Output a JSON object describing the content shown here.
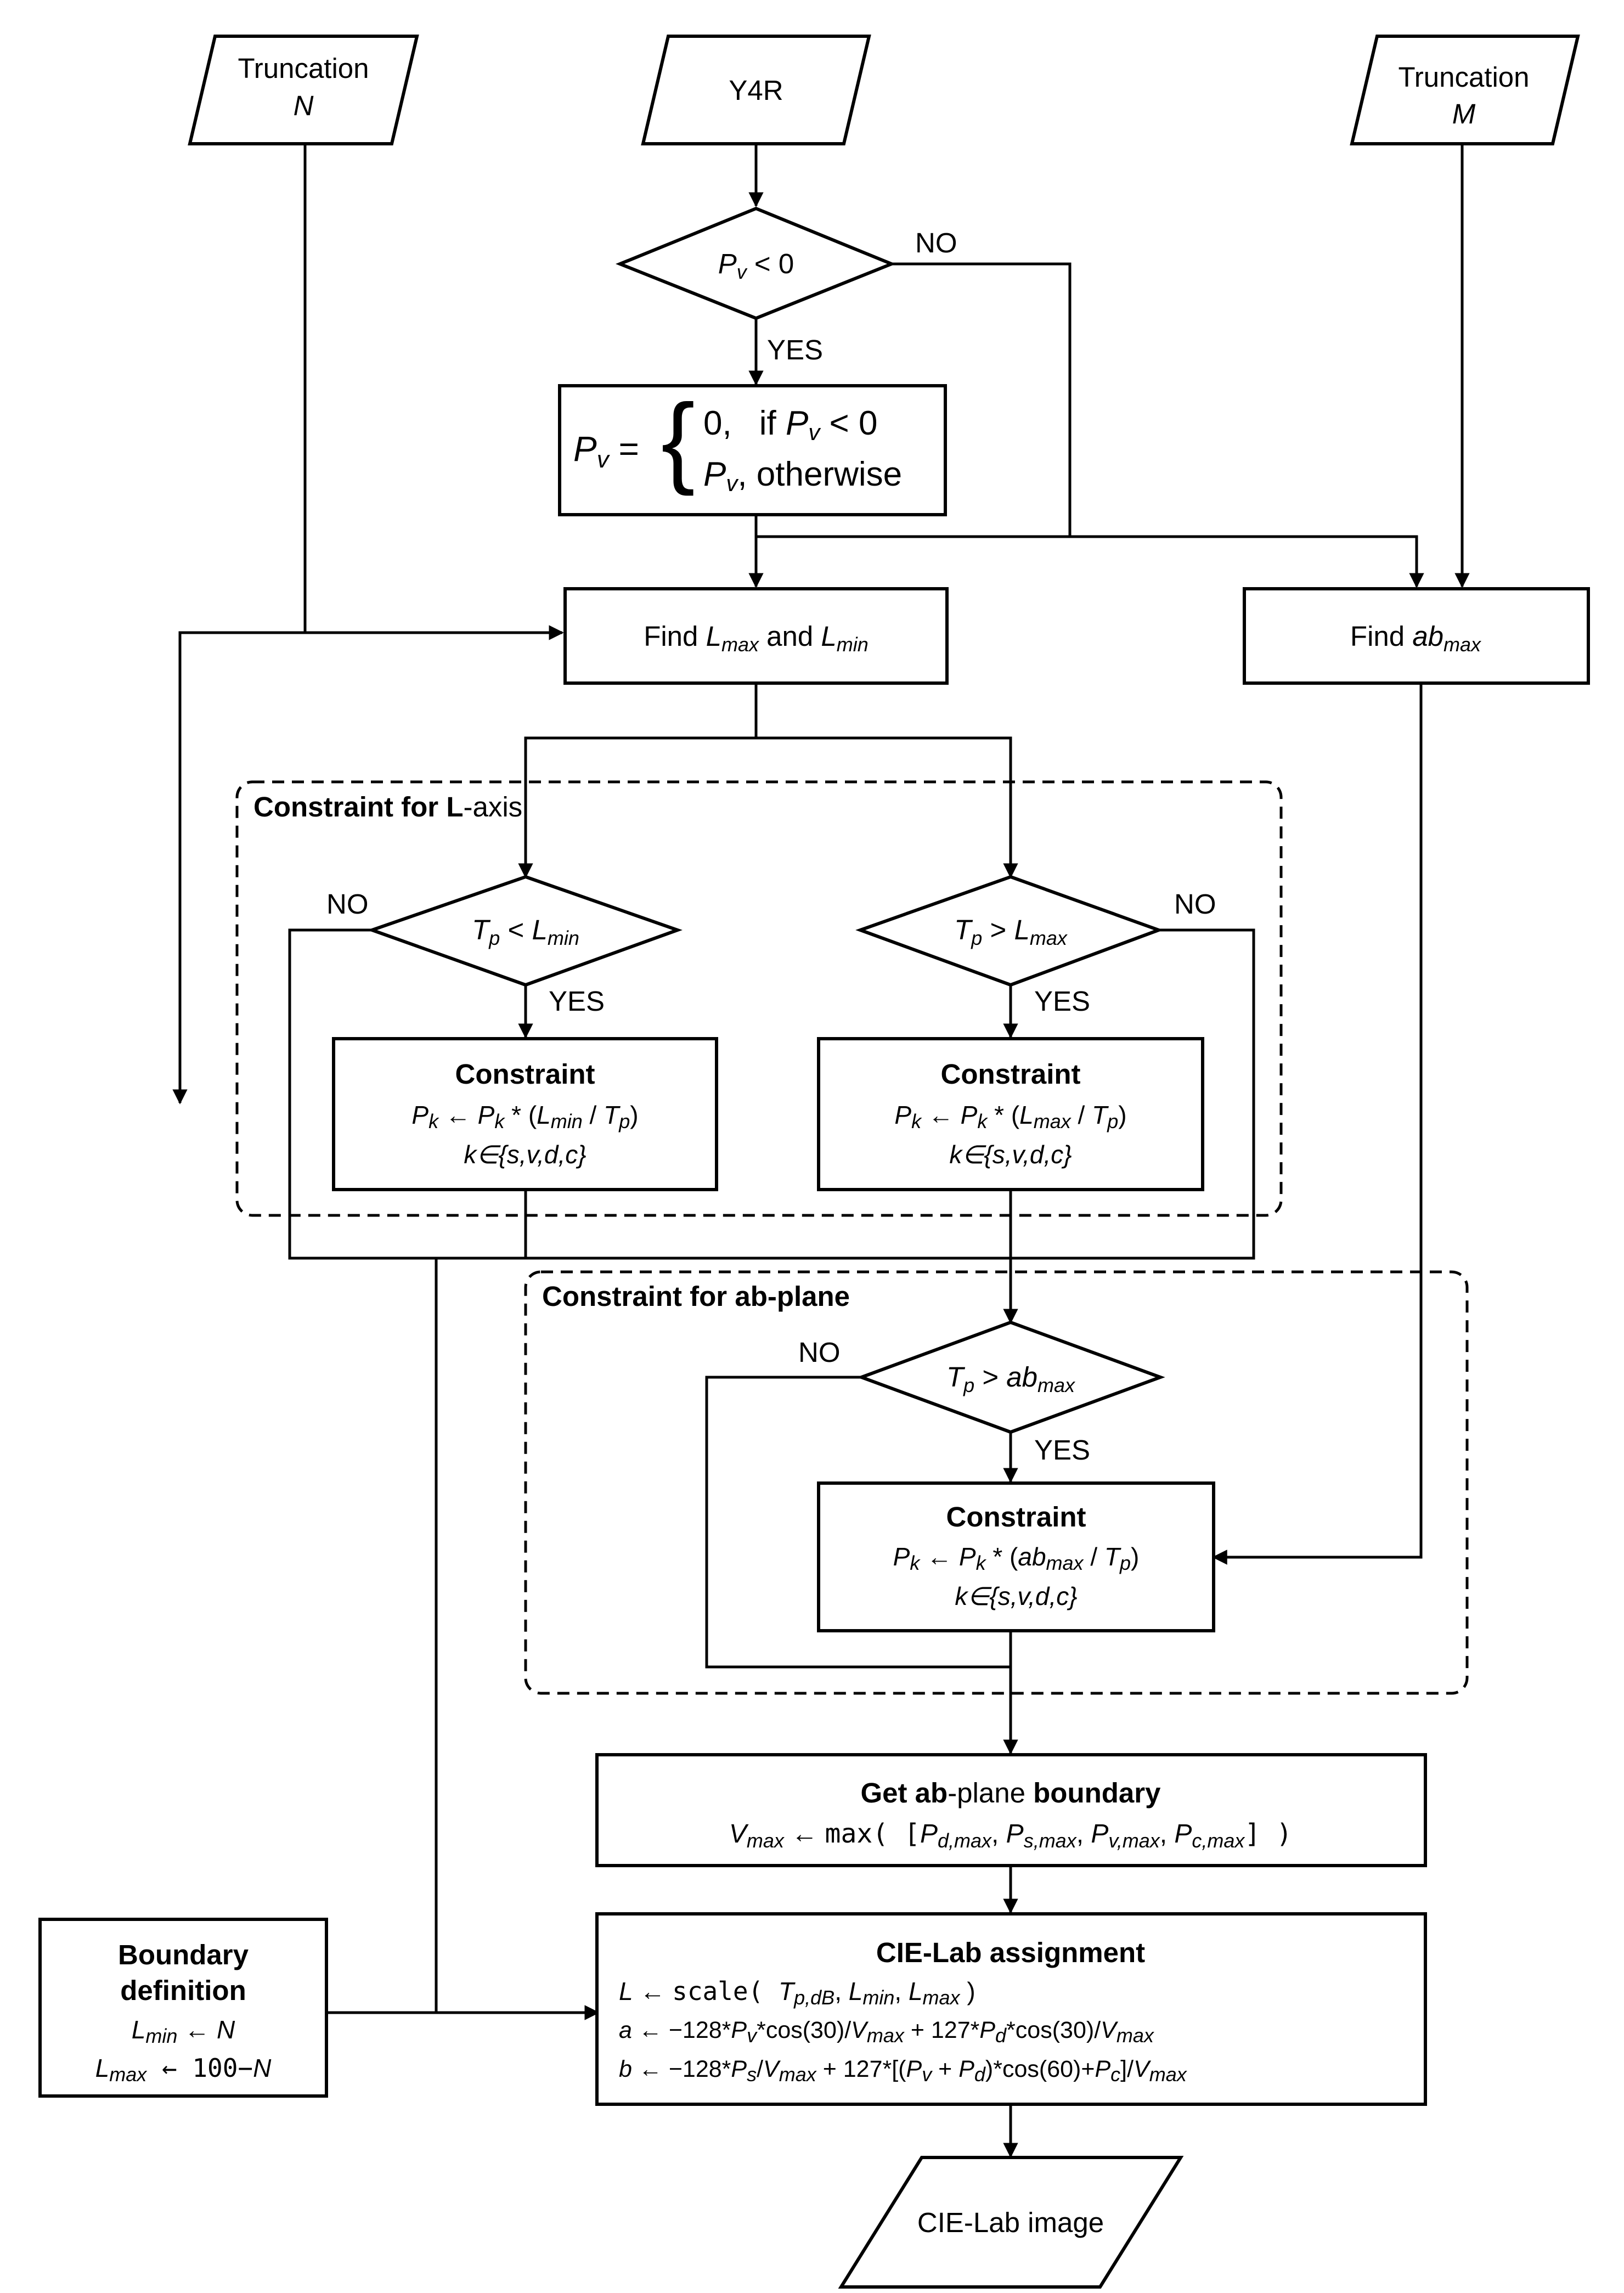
{
  "inputs": {
    "truncation_n": {
      "line1": "Truncation",
      "line2": "N"
    },
    "y4r": {
      "label": "Y4R"
    },
    "truncation_m": {
      "line1": "Truncation",
      "line2": "M"
    }
  },
  "decision_pv": {
    "var": "P",
    "sub": "v",
    "rest": " < 0",
    "no": "NO",
    "yes": "YES"
  },
  "pv_clamp": {
    "lhs": "P",
    "lhs_sub": "v",
    "eq": " =",
    "case1_val": "0,",
    "case1_if": "if ",
    "case1_var": "P",
    "case1_sub": "v",
    "case1_rest": " < 0",
    "case2_var": "P",
    "case2_sub": "v",
    "case2_rest": ",  otherwise"
  },
  "find_l": {
    "prefix": "Find ",
    "l1": "L",
    "s1": "max",
    "mid": " and ",
    "l2": "L",
    "s2": "min"
  },
  "find_ab": {
    "prefix": "Find ",
    "v": "ab",
    "s": "max"
  },
  "l_axis_group": {
    "title_bold1": "Constraint for ",
    "title_bold2": "L",
    "title_rest": "-axis"
  },
  "decision_lmin": {
    "v1": "T",
    "s1": "p",
    "op": " < ",
    "v2": "L",
    "s2": "min",
    "no": "NO",
    "yes": "YES"
  },
  "decision_lmax": {
    "v1": "T",
    "s1": "p",
    "op": " > ",
    "v2": "L",
    "s2": "max",
    "no": "NO",
    "yes": "YES"
  },
  "constraint_lmin": {
    "title": "Constraint",
    "p1": "P",
    "k1": "k",
    "arrow": " ← ",
    "p2": "P",
    "k2": "k",
    "star": " * (",
    "num": "L",
    "num_sub": "min",
    "slash": " / ",
    "den": "T",
    "den_sub": "p",
    "close": ")",
    "set": "k∈{s,v,d,c}"
  },
  "constraint_lmax": {
    "title": "Constraint",
    "p1": "P",
    "k1": "k",
    "arrow": " ← ",
    "p2": "P",
    "k2": "k",
    "star": " * (",
    "num": "L",
    "num_sub": "max",
    "slash": " / ",
    "den": "T",
    "den_sub": "p",
    "close": ")",
    "set": "k∈{s,v,d,c}"
  },
  "ab_group": {
    "title_bold1": "Constraint for ",
    "title_bold2": "ab",
    "title_rest": "-plane"
  },
  "decision_abmax": {
    "v1": "T",
    "s1": "p",
    "op": " > ",
    "v2": "ab",
    "s2": "max",
    "no": "NO",
    "yes": "YES"
  },
  "constraint_ab": {
    "title": "Constraint",
    "p1": "P",
    "k1": "k",
    "arrow": " ← ",
    "p2": "P",
    "k2": "k",
    "star": " * (",
    "num": "ab",
    "num_sub": "max",
    "slash": " / ",
    "den": "T",
    "den_sub": "p",
    "close": ")",
    "set": "k∈{s,v,d,c}"
  },
  "ab_boundary": {
    "title_b1": "Get ",
    "title_b2": "ab",
    "title_n": "-plane ",
    "title_b3": "boundary",
    "lhs": "V",
    "lhs_sub": "max",
    "arrow": " ← ",
    "fn": "max( [",
    "t1": "P",
    "t1s": "d,max",
    "t2": "P",
    "t2s": "s,max",
    "t3": "P",
    "t3s": "v,max",
    "t4": "P",
    "t4s": "c,max",
    "sep": ", ",
    "close": "] )"
  },
  "cielab": {
    "title": "CIE-Lab assignment",
    "l_line": {
      "lhs": "L",
      "arrow": " ← ",
      "fn": "scale( ",
      "a1": "T",
      "a1s": "p,dB",
      "c": ", ",
      "a2": "L",
      "a2s": "min",
      "a3": "L",
      "a3s": "max",
      "close": " )"
    },
    "a_line": {
      "lhs": "a",
      "part1": " ← −128*",
      "p1": "P",
      "p1s": "v",
      "part2": "*cos(30)/",
      "v1": "V",
      "v1s": "max",
      "part3": " + 127*",
      "p2": "P",
      "p2s": "d",
      "part4": "*cos(30)/",
      "v2": "V",
      "v2s": "max"
    },
    "b_line": {
      "lhs": "b",
      "part1": " ← −128*",
      "p1": "P",
      "p1s": "s",
      "part2": "/",
      "v1": "V",
      "v1s": "max",
      "part3": " + 127*[(",
      "p2": "P",
      "p2s": "v",
      "plus": " + ",
      "p3": "P",
      "p3s": "d",
      "part4": ")*cos(60)+",
      "p4": "P",
      "p4s": "c",
      "part5": "]/",
      "v2": "V",
      "v2s": "max"
    }
  },
  "boundary_def": {
    "title1": "Boundary",
    "title2": "definition",
    "l1": "L",
    "l1s": "min",
    "l1rest": " ← ",
    "l1v": "N",
    "l2": "L",
    "l2s": "max",
    "l2rest": " ← 100−",
    "l2v": "N"
  },
  "output": {
    "label": "CIE-Lab image"
  }
}
